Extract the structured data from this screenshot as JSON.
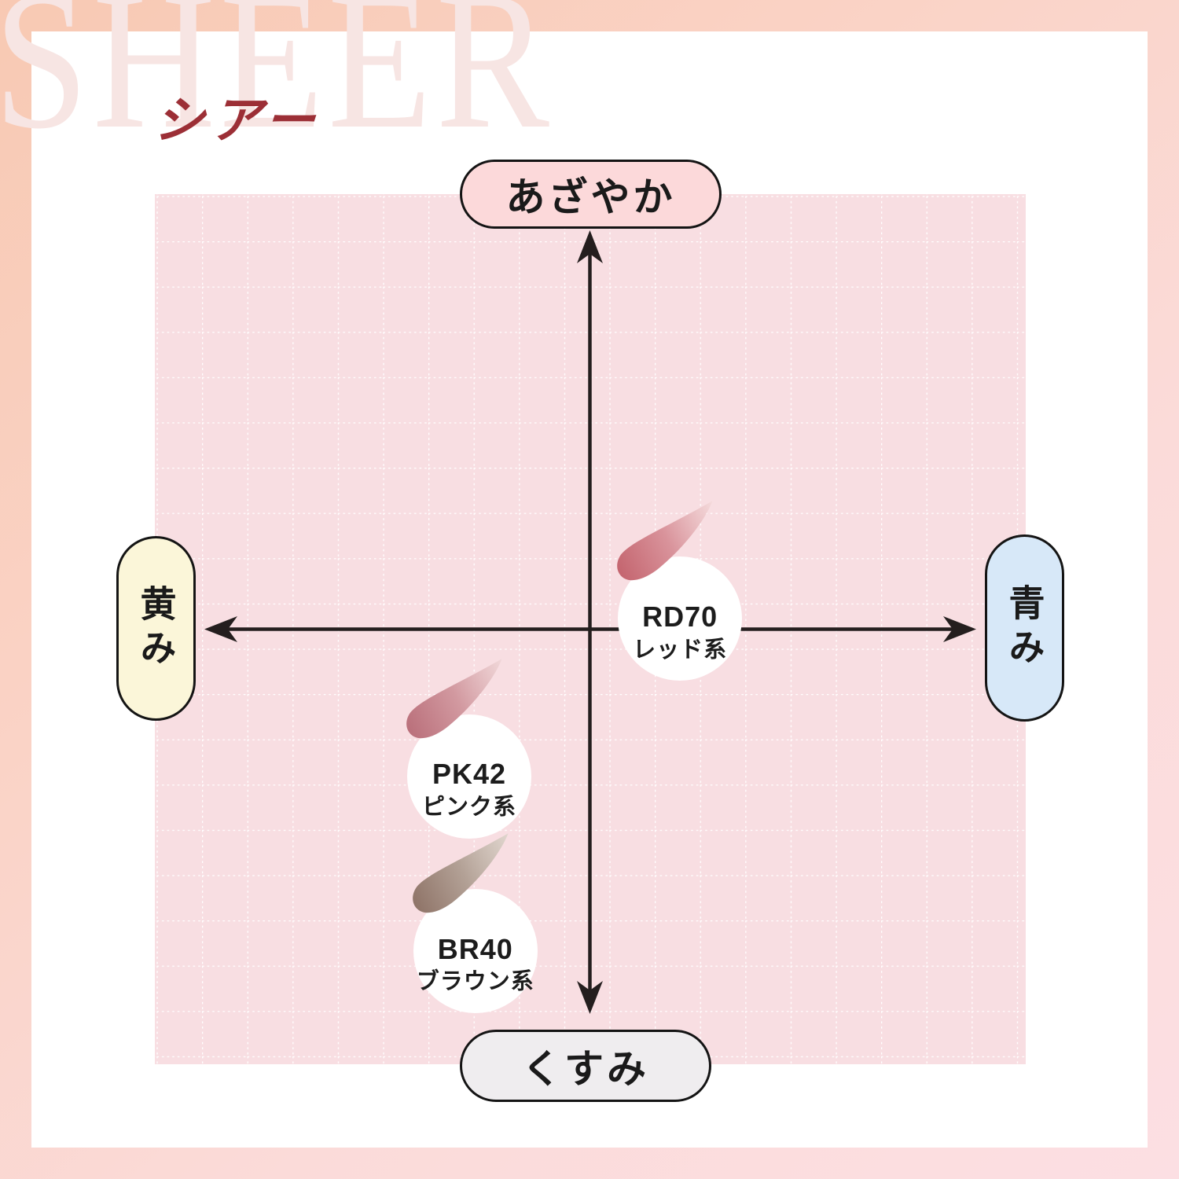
{
  "title": {
    "en": "SHEER",
    "ja": "シアー"
  },
  "axis_labels": {
    "top": "あざやか",
    "bottom": "くすみ",
    "left": "黄み",
    "right": "青み"
  },
  "markers": [
    {
      "code": "RD70",
      "type": "レッド系",
      "pos_style": "left:60.3%;top:48.8%",
      "swatch": {
        "from": "#c4656f",
        "mid": "#d9939b",
        "to": "#f4dadb"
      }
    },
    {
      "code": "PK42",
      "type": "ピンク系",
      "pos_style": "left:36.1%;top:66.9%",
      "swatch": {
        "from": "#ba707b",
        "mid": "#d299a0",
        "to": "#f0d7d8"
      }
    },
    {
      "code": "BR40",
      "type": "ブラウン系",
      "pos_style": "left:36.8%;top:87.0%",
      "swatch": {
        "from": "#8f7468",
        "mid": "#b3a196",
        "to": "#ded5cc"
      }
    }
  ],
  "colors": {
    "accent_red": "#9c2f36",
    "watermark_pink": "#f7e5e3",
    "frame_gradient_start": "#f8c9b3",
    "frame_gradient_end": "#fcdfe3",
    "chart_background": "#f8dee2",
    "grid_dots": "#ffffff",
    "axis_black": "#241e1e",
    "pill_top_bg": "#fcd9da",
    "pill_bottom_bg": "#efedef",
    "pill_left_bg": "#fbf6d9",
    "pill_right_bg": "#d7e8f8"
  },
  "chart_data": {
    "type": "scatter",
    "title": "SHEER / シアー",
    "x_axis": {
      "left_label": "黄み",
      "right_label": "青み",
      "range": [
        -1,
        1
      ]
    },
    "y_axis": {
      "bottom_label": "くすみ",
      "top_label": "あざやか",
      "range": [
        -1,
        1
      ]
    },
    "grid": "dotted",
    "legend_position": "none",
    "points": [
      {
        "label": "RD70 レッド系",
        "x": 0.21,
        "y": 0.02
      },
      {
        "label": "PK42 ピンク系",
        "x": -0.28,
        "y": -0.34
      },
      {
        "label": "BR40 ブラウン系",
        "x": -0.26,
        "y": -0.74
      }
    ]
  }
}
